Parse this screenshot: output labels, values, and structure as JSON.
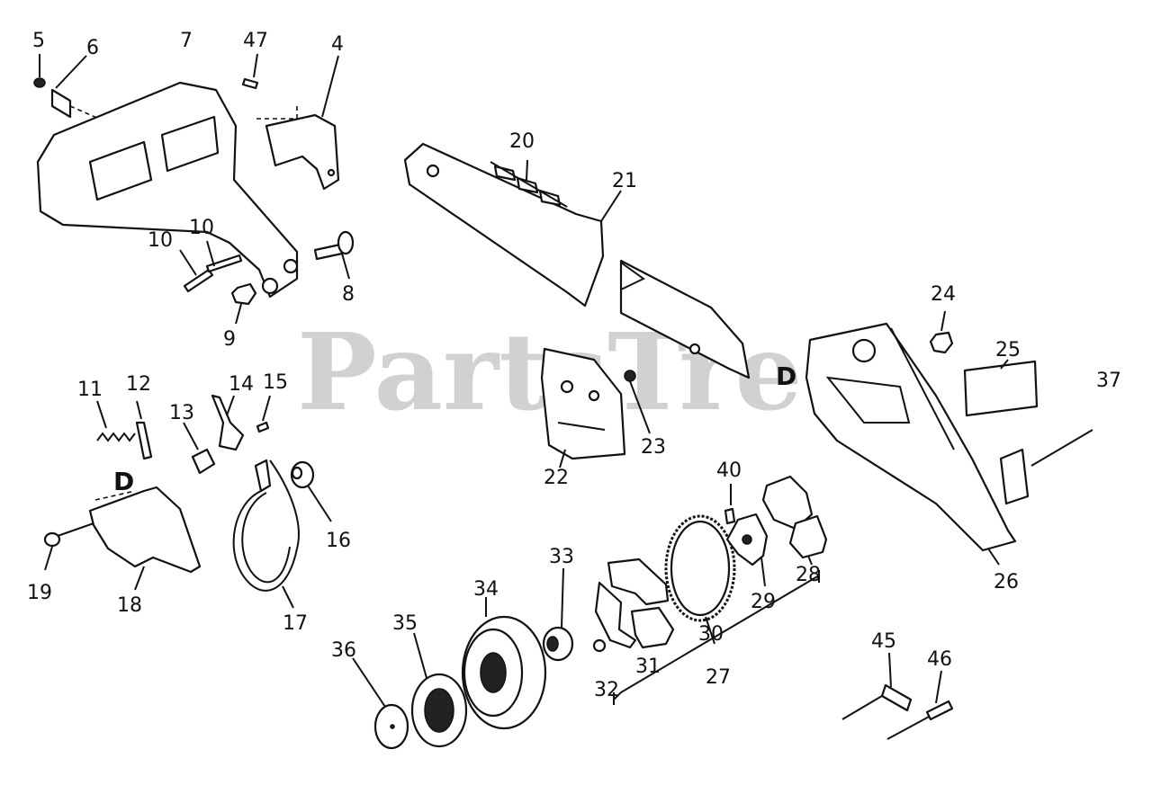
{
  "watermark": "PartsTree",
  "callouts": {
    "c4": "4",
    "c5": "5",
    "c6": "6",
    "c7": "7",
    "c8": "8",
    "c9": "9",
    "c10a": "10",
    "c10b": "10",
    "c11": "11",
    "c12": "12",
    "c13": "13",
    "c14": "14",
    "c15": "15",
    "c16": "16",
    "c17": "17",
    "c18": "18",
    "c19": "19",
    "c20": "20",
    "c21": "21",
    "c22": "22",
    "c23": "23",
    "c24": "24",
    "c25": "25",
    "c26": "26",
    "c27": "27",
    "c28": "28",
    "c29": "29",
    "c30": "30",
    "c31": "31",
    "c32": "32",
    "c33": "33",
    "c34": "34",
    "c35": "35",
    "c36": "36",
    "c37": "37",
    "c40": "40",
    "c45": "45",
    "c46": "46",
    "c47": "47",
    "dA": "D",
    "dB": "D"
  }
}
